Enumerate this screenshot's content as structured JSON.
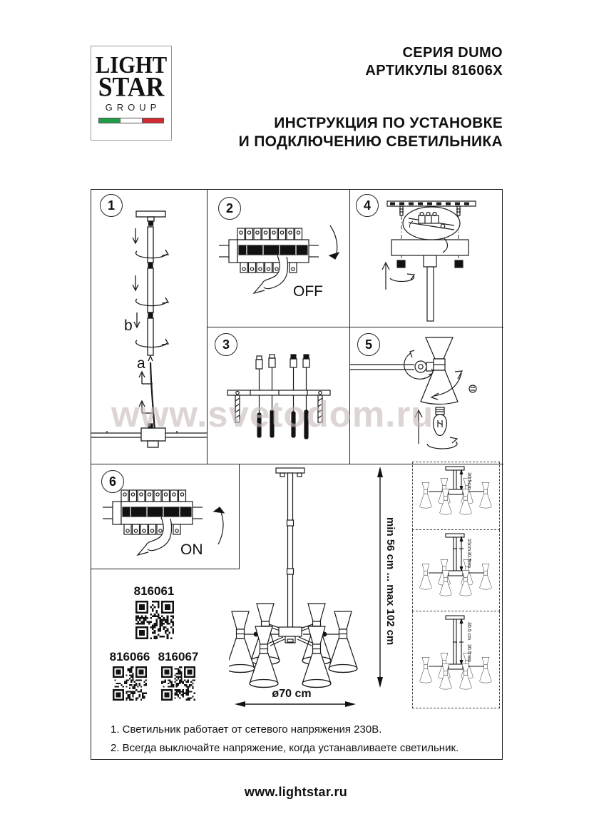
{
  "logo": {
    "line1": "LIGHT",
    "line2": "STAR",
    "line3": "GROUP",
    "flag_colors": [
      "#1e9e48",
      "#ffffff",
      "#d02b32"
    ]
  },
  "header": {
    "series": "СЕРИЯ DUMO",
    "articles": "АРТИКУЛЫ 81606X",
    "title_line1": "ИНСТРУКЦИЯ ПО УСТАНОВКЕ",
    "title_line2": "И ПОДКЛЮЧЕНИЮ СВЕТИЛЬНИКА"
  },
  "watermark": {
    "text": "www.svetodom.ru"
  },
  "steps": [
    {
      "number": "1",
      "marks": {
        "a": "a",
        "b": "b"
      }
    },
    {
      "number": "2",
      "action_label": "OFF"
    },
    {
      "number": "3"
    },
    {
      "number": "4"
    },
    {
      "number": "5"
    },
    {
      "number": "6",
      "action_label": "ON"
    }
  ],
  "product": {
    "codes": [
      "816061",
      "816066",
      "816067"
    ],
    "dimensions": {
      "height_range": "min 56 cm ... max 102 cm",
      "diameter": "ø70 cm"
    },
    "variants": [
      {
        "rod_labels": [
          "30.5cm"
        ]
      },
      {
        "rod_labels": [
          "15cm",
          "30.5cm"
        ]
      },
      {
        "rod_labels": [
          "30.5 cm",
          "30.5 cm"
        ]
      }
    ]
  },
  "notes": [
    "1. Светильник работает от сетевого напряжения 230В.",
    "2. Всегда выключайте напряжение, когда устанавливаете светильник."
  ],
  "footer": {
    "website": "www.lightstar.ru"
  }
}
